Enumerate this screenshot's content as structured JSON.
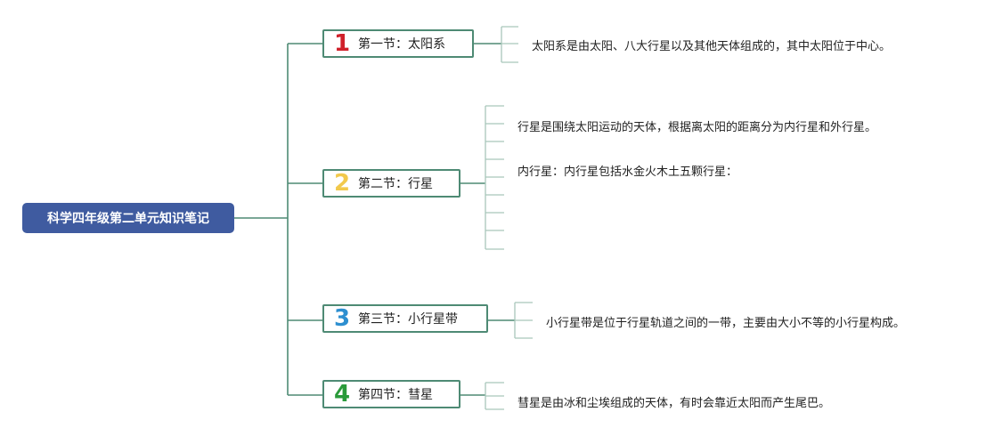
{
  "root": {
    "title": "科学四年级第二单元知识笔记"
  },
  "sections": [
    {
      "number": "1",
      "color": "#d0202a",
      "title": "第一节：太阳系",
      "notes": [
        "太阳系是由太阳、八大行星以及其他天体组成的，其中太阳位于中心。"
      ]
    },
    {
      "number": "2",
      "color": "#f2c94c",
      "title": "第二节：行星",
      "notes": [
        "行星是围绕太阳运动的天体，根据离太阳的距离分为内行星和外行星。",
        "内行星：内行星包括水金火木土五颗行星："
      ]
    },
    {
      "number": "3",
      "color": "#2d8fd0",
      "title": "第三节：小行星带",
      "notes": [
        "小行星带是位于行星轨道之间的一带，主要由大小不等的小行星构成。"
      ]
    },
    {
      "number": "4",
      "color": "#2a9a3a",
      "title": "第四节：彗星",
      "notes": [
        "彗星是由冰和尘埃组成的天体，有时会靠近太阳而产生尾巴。"
      ]
    }
  ]
}
